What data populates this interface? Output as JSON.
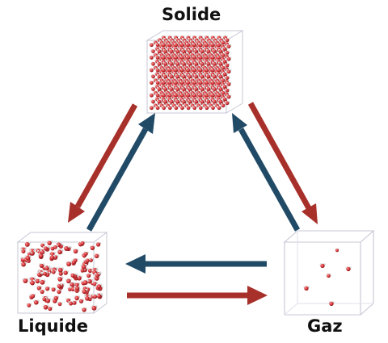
{
  "diagram": {
    "states": {
      "solid": {
        "label": "Solide"
      },
      "liquid": {
        "label": "Liquide"
      },
      "gas": {
        "label": "Gaz"
      }
    },
    "colors": {
      "arrow_red": "#a8302a",
      "arrow_blue": "#214a66",
      "molecule_oxygen": "#d6363a",
      "molecule_hydrogen": "#f2f2f2",
      "cube_edge": "#c7c7d6"
    }
  }
}
